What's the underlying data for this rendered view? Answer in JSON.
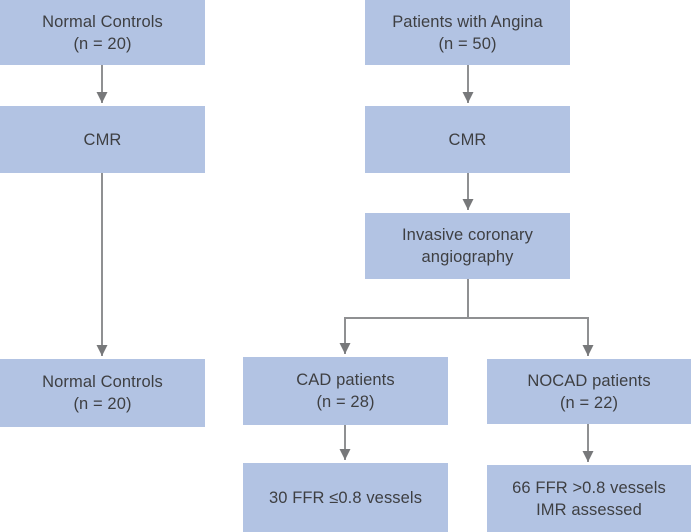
{
  "figure": {
    "description": "Study flow diagram: normal controls and angina patients undergoing CMR, invasive coronary angiography and FFR assessment",
    "colors": {
      "box_fill": "#b2c3e3",
      "text": "#3e3f42",
      "arrow_line": "#8f9092",
      "arrow_head": "#77787a",
      "background": "#ffffff"
    }
  },
  "boxes": [
    {
      "id": "normal-controls-top",
      "lines": [
        "Normal Controls",
        "(n = 20)"
      ]
    },
    {
      "id": "cmr-left",
      "lines": [
        "CMR"
      ]
    },
    {
      "id": "normal-controls-bottom",
      "lines": [
        "Normal Controls",
        "(n = 20)"
      ]
    },
    {
      "id": "patients-with-angina",
      "lines": [
        "Patients with Angina",
        "(n = 50)"
      ]
    },
    {
      "id": "cmr-right",
      "lines": [
        "CMR"
      ]
    },
    {
      "id": "invasive-coronary-angiography",
      "lines": [
        "Invasive coronary",
        "angiography"
      ]
    },
    {
      "id": "cad-patients",
      "lines": [
        "CAD patients",
        "(n = 28)"
      ]
    },
    {
      "id": "ffr-le-08-vessels",
      "lines": [
        "30 FFR ≤0.8 vessels"
      ]
    },
    {
      "id": "nocad-patients",
      "lines": [
        "NOCAD patients",
        "(n = 22)"
      ]
    },
    {
      "id": "ffr-gt-08-vessels",
      "lines": [
        "66 FFR >0.8 vessels",
        "IMR assessed"
      ]
    }
  ],
  "edges": [
    {
      "from": "normal-controls-top",
      "to": "cmr-left"
    },
    {
      "from": "cmr-left",
      "to": "normal-controls-bottom"
    },
    {
      "from": "patients-with-angina",
      "to": "cmr-right"
    },
    {
      "from": "cmr-right",
      "to": "invasive-coronary-angiography"
    },
    {
      "from": "invasive-coronary-angiography",
      "to": "cad-patients"
    },
    {
      "from": "invasive-coronary-angiography",
      "to": "nocad-patients"
    },
    {
      "from": "cad-patients",
      "to": "ffr-le-08-vessels"
    },
    {
      "from": "nocad-patients",
      "to": "ffr-gt-08-vessels"
    }
  ]
}
